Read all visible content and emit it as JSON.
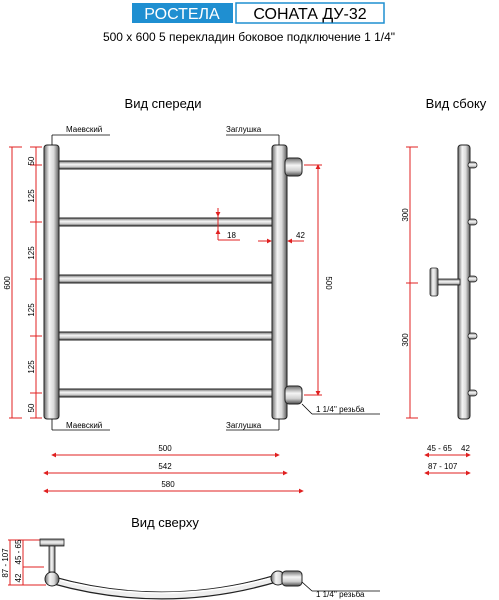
{
  "header": {
    "brand": "РОСТЕЛА",
    "model": "СОНАТА ДУ-32",
    "subtitle": "500 х 600 5 перекладин боковое подключение 1 1/4\"",
    "brand_color": "#1f8fd1"
  },
  "views": {
    "front": "Вид спереди",
    "side": "Вид сбоку",
    "top": "Вид сверху"
  },
  "labels": {
    "valve_top": "Маевский",
    "valve_bottom": "Маевский",
    "plug_top": "Заглушка",
    "plug_bottom": "Заглушка",
    "thread_front": "1 1/4'' резьба",
    "thread_top": "1 1/4'' резьба"
  },
  "front_dims": {
    "left_segments": [
      "50",
      "125",
      "125",
      "125",
      "125",
      "50"
    ],
    "total_height": "600",
    "tube_offset": "18",
    "side_offset": "42",
    "right_height": "500",
    "width_center": "500",
    "width_mid": "542",
    "width_total": "580"
  },
  "side_dims": {
    "upper": "300",
    "lower": "300",
    "range1_a": "45 - 65",
    "range1_b": "42",
    "range2": "87 - 107"
  },
  "top_dims": {
    "outer": "87 - 107",
    "inner_a": "42",
    "inner_b": "45 - 65"
  }
}
